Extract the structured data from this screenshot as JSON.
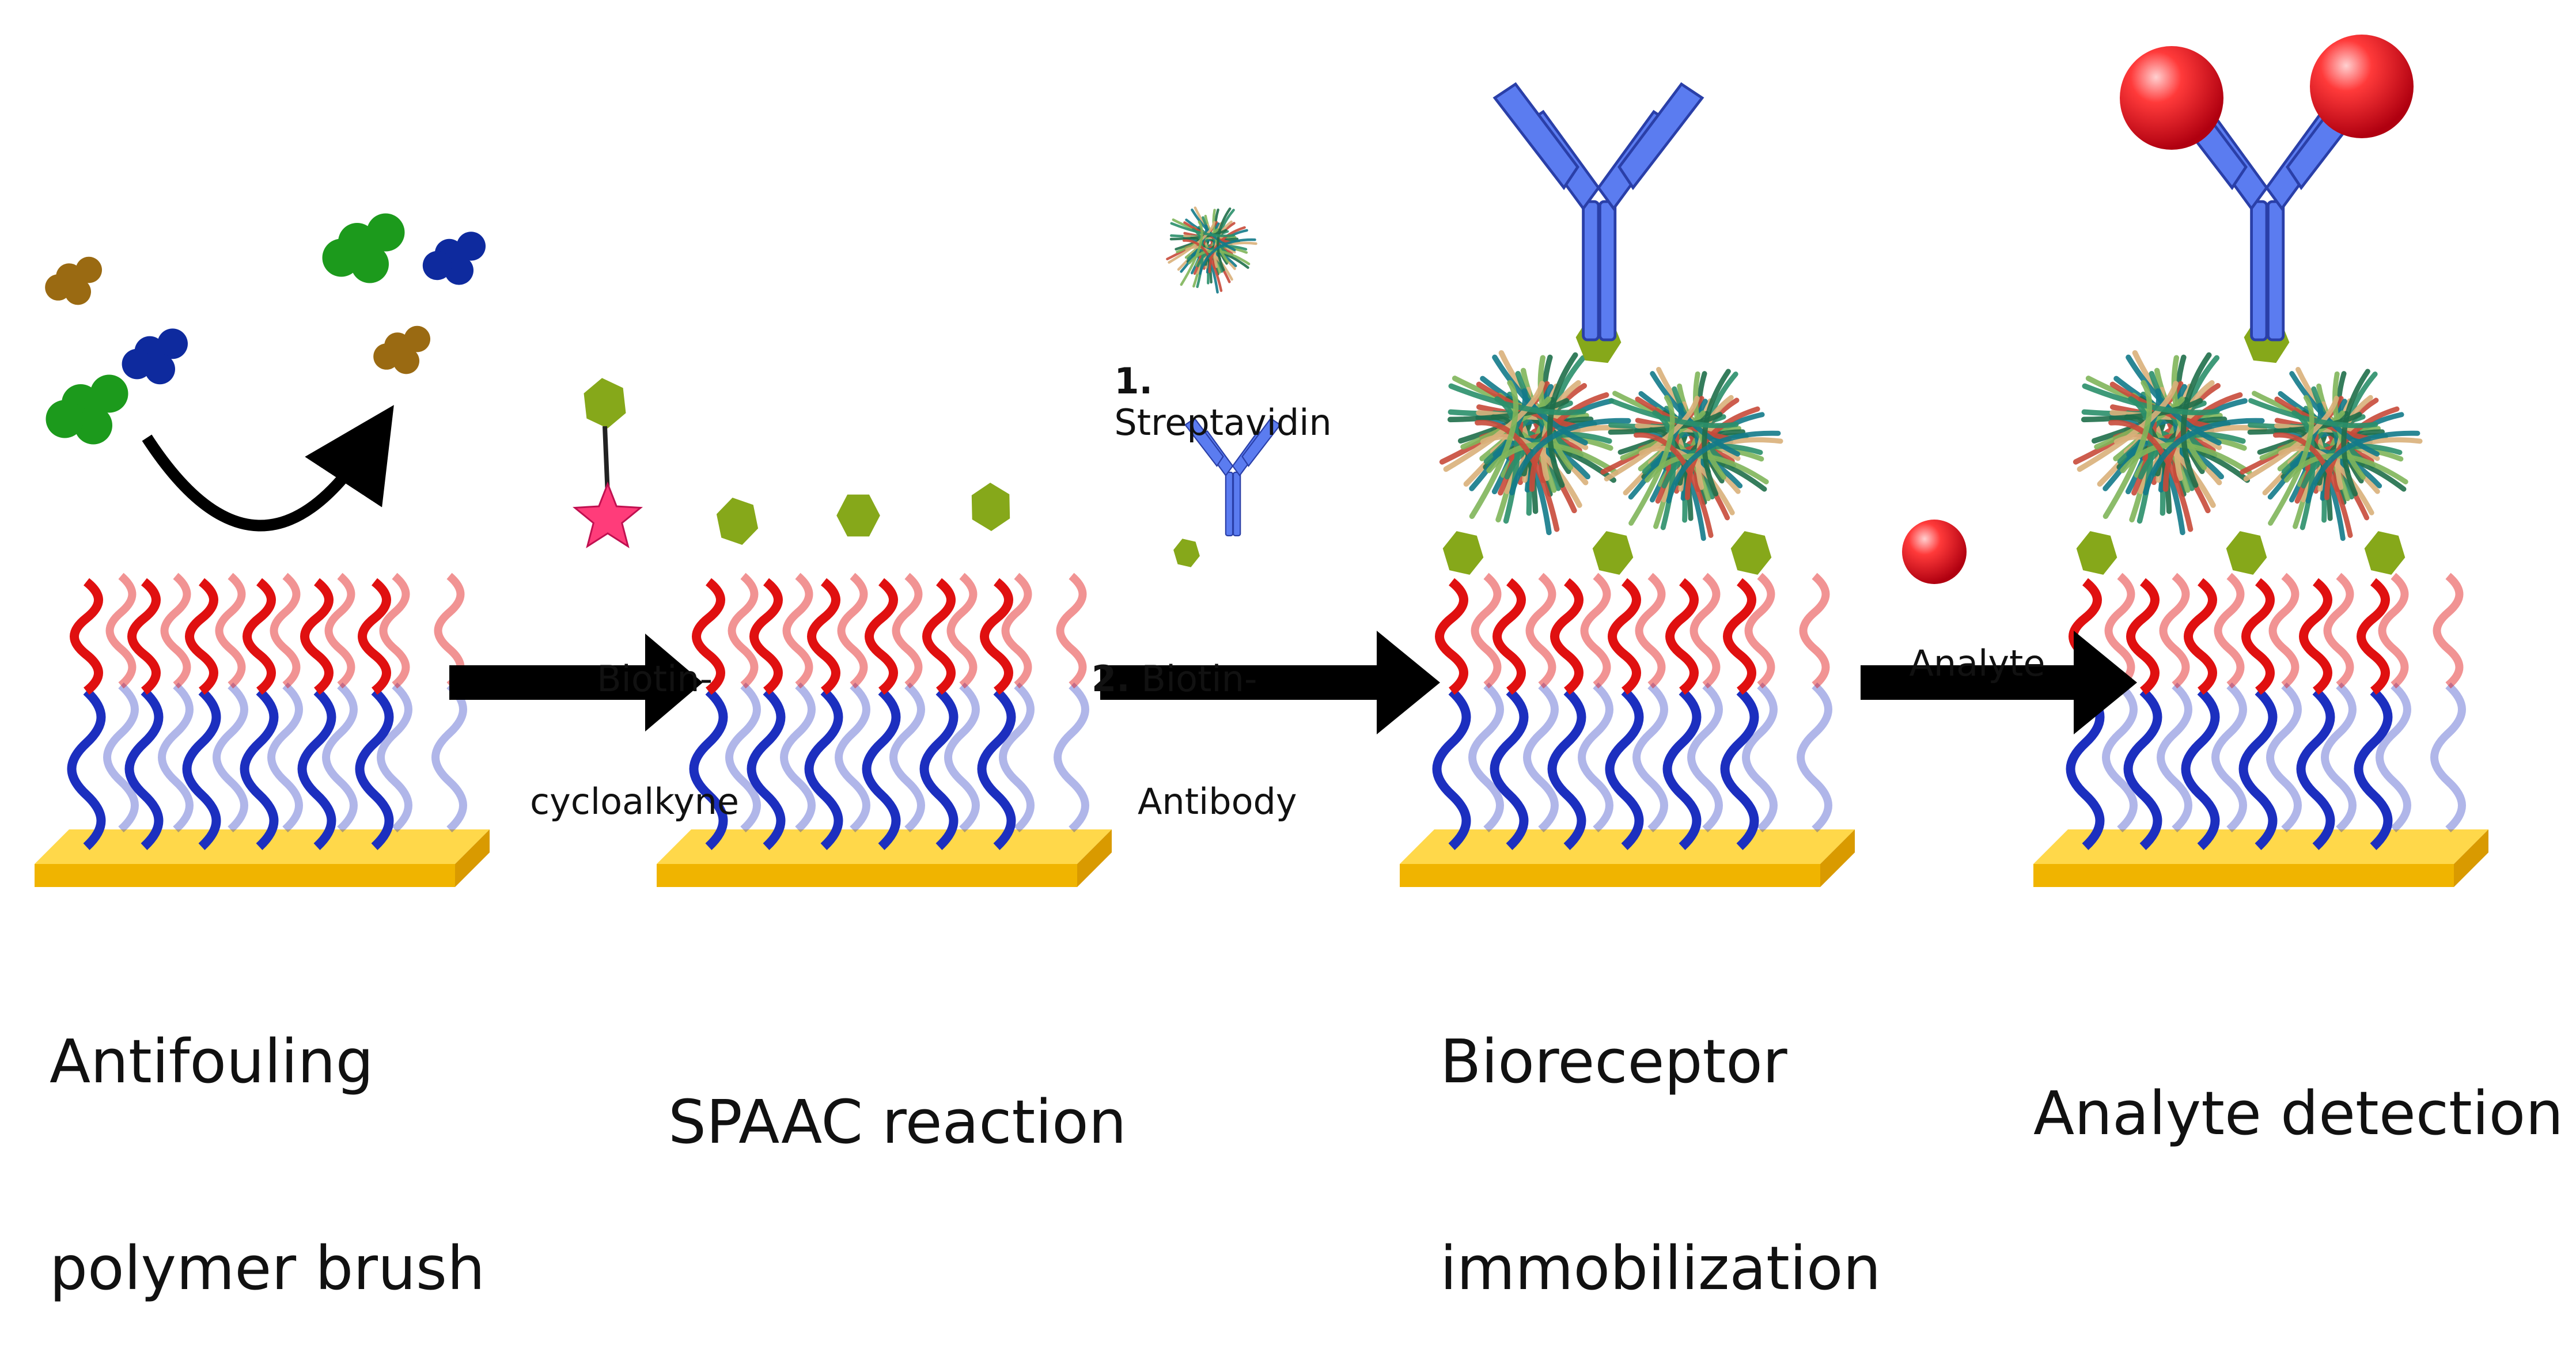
{
  "steps": [
    {
      "line1": "Antifouling",
      "line2": "polymer brush"
    },
    {
      "line1": "SPAAC reaction"
    },
    {
      "line1": "Bioreceptor",
      "line2": "immobilization"
    },
    {
      "line1": "Analyte detection"
    }
  ],
  "reagents": {
    "biotin_cyclo_1": "Biotin-",
    "biotin_cyclo_2": "cycloalkyne",
    "strep_num": "1.",
    "strep_label": "Streptavidin",
    "ab_num": "2.",
    "ab_label_1": "Biotin-",
    "ab_label_2": "Antibody",
    "analyte": "Analyte"
  },
  "colors": {
    "substrate_top": "#ffd84a",
    "substrate_front": "#f0b400",
    "polymer_blue": "#1c2fbf",
    "polymer_red": "#e01010",
    "biotin_green": "#86a81a",
    "antibody_blue": "#5b7cf0",
    "analyte_red": "#e8102a",
    "cycloalkyne_pink": "#ff3c7a",
    "protein_green": "#1c9a1c",
    "protein_navy": "#0e2a9e",
    "protein_brown": "#9a6a12",
    "arrow": "#000000"
  }
}
